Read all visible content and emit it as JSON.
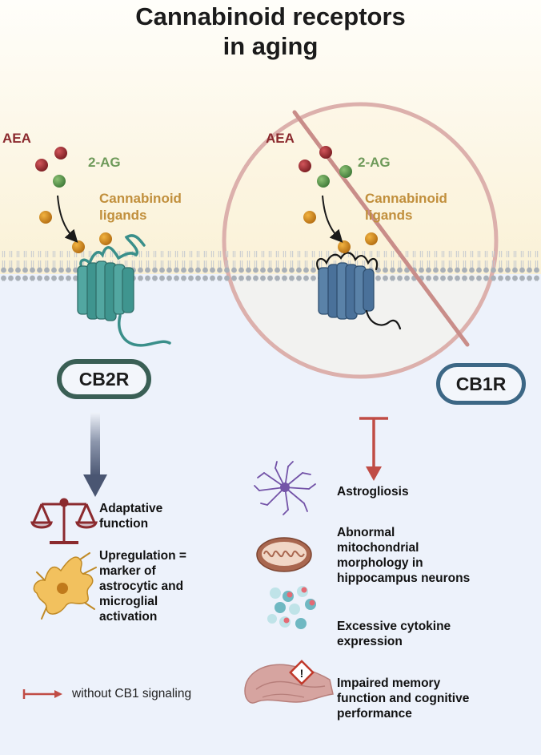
{
  "title": "Cannabinoid receptors in aging",
  "title_lines": [
    "Cannabinoid receptors",
    "in aging"
  ],
  "left_panel": {
    "aea_label": "AEA",
    "two_ag_label": "2-AG",
    "ligands_lines": [
      "Cannabinoid",
      "ligands"
    ],
    "receptor_label": "CB2R",
    "effects": [
      {
        "icon": "balance-scale-icon",
        "lines": [
          "Adaptative",
          "function"
        ]
      },
      {
        "icon": "astrocyte-cell-icon",
        "lines": [
          "Upregulation =",
          "marker of",
          "astrocytic and",
          "microglial",
          "activation"
        ]
      }
    ]
  },
  "right_panel": {
    "aea_label": "AEA",
    "two_ag_label": "2-AG",
    "ligands_lines": [
      "Cannabinoid",
      "ligands"
    ],
    "receptor_label": "CB1R",
    "effects": [
      {
        "icon": "astrocyte-star-icon",
        "lines": [
          "Astrogliosis"
        ]
      },
      {
        "icon": "mitochondrion-icon",
        "lines": [
          "Abnormal",
          "mitochondrial",
          "morphology in",
          "hippocampus neurons"
        ]
      },
      {
        "icon": "cytokine-cluster-icon",
        "lines": [
          "Excessive cytokine",
          "expression"
        ]
      },
      {
        "icon": "hippocampus-warning-icon",
        "lines": [
          "Impaired memory",
          "function and cognitive",
          "performance"
        ]
      }
    ]
  },
  "legend": {
    "icon": "inhibition-arrow-icon",
    "label": "without CB1 signaling"
  },
  "colors": {
    "aea": "#8b2a2e",
    "two_ag": "#6e9a5a",
    "ligand": "#c18f3c",
    "cb2r": "#3a8f8a",
    "cb1r": "#3f6890",
    "activation_arrow": "#4a5672",
    "inhibition": "#c04c45",
    "prohibition": "#d4a0a0"
  }
}
